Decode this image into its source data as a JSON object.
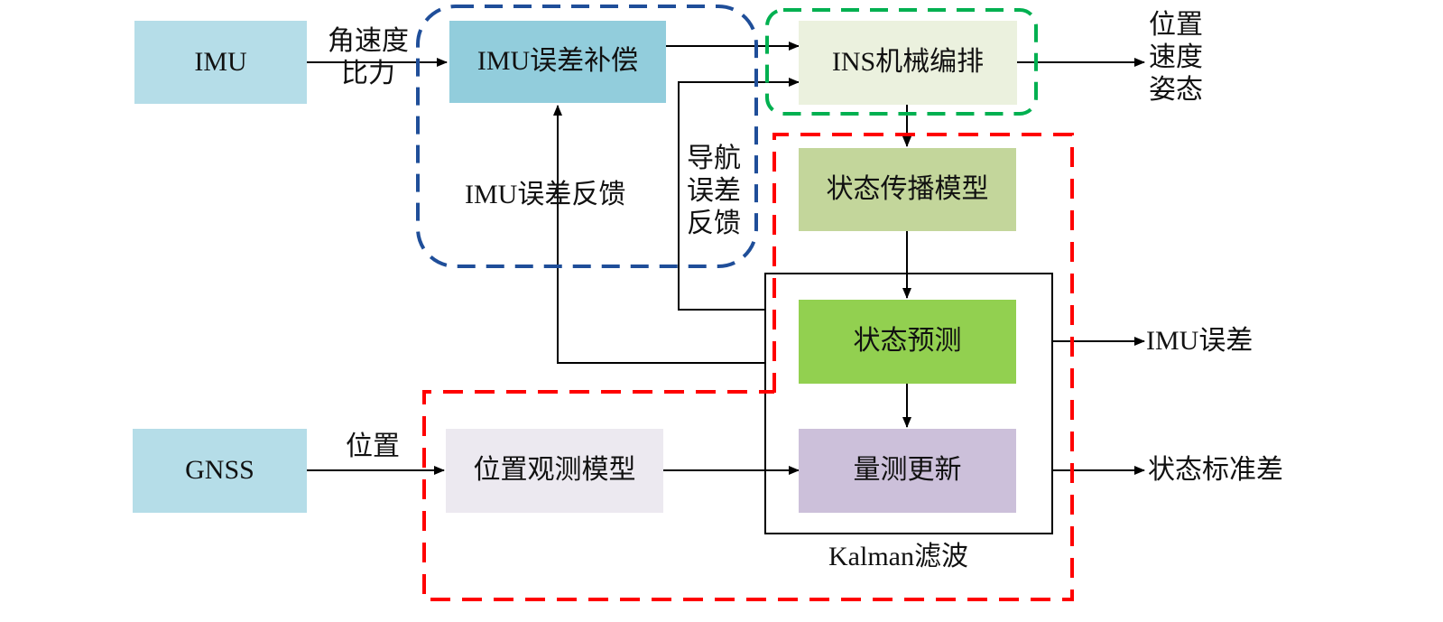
{
  "nodes": {
    "imu": "IMU",
    "imu_comp": "IMU误差补偿",
    "ins_mech": "INS机械编排",
    "state_prop": "状态传播模型",
    "state_pred": "状态预测",
    "meas_update": "量测更新",
    "gnss": "GNSS",
    "pos_obs": "位置观测模型"
  },
  "labels": {
    "imu_out": [
      "角速度",
      "比力"
    ],
    "imu_feedback": "IMU误差反馈",
    "nav_feedback": [
      "导航",
      "误差",
      "反馈"
    ],
    "ins_out": [
      "位置",
      "速度",
      "姿态"
    ],
    "imu_error_out": "IMU误差",
    "state_std_out": "状态标准差",
    "gnss_out": "位置",
    "kalman": "Kalman滤波"
  },
  "colors": {
    "imu": "#b5dde8",
    "imu_comp": "#92cddc",
    "ins_mech": "#ebf1de",
    "state_prop": "#c3d69b",
    "state_pred": "#92d050",
    "meas_update": "#ccc0da",
    "gnss": "#b5dde8",
    "pos_obs": "#ece9f0",
    "blue_dash": "#1f4e99",
    "green_dash": "#00b050",
    "red_dash": "#ff0000"
  }
}
